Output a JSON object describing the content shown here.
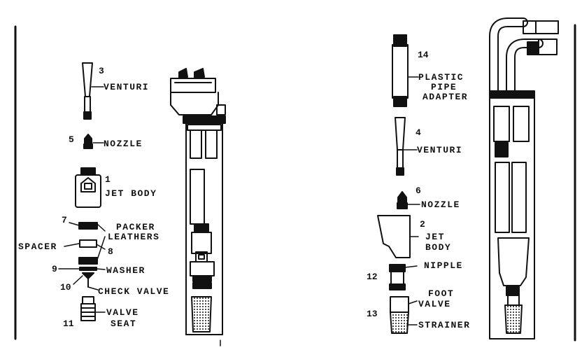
{
  "left_parts": {
    "venturi": {
      "number": "3",
      "label": "VENTURI"
    },
    "nozzle": {
      "number": "5",
      "label": "NOZZLE"
    },
    "jet_body": {
      "number": "1",
      "label": "JET BODY"
    },
    "packer_leathers": {
      "number_top": "7",
      "number_bottom": "8",
      "label_line1": "PACKER",
      "label_line2": "LEATHERS"
    },
    "spacer": {
      "label": "SPACER"
    },
    "washer": {
      "number": "9",
      "label": "WASHER"
    },
    "check_valve": {
      "number": "10",
      "label": "CHECK VALVE"
    },
    "valve_seat": {
      "number": "11",
      "label_line1": "VALVE",
      "label_line2": "SEAT"
    }
  },
  "right_parts": {
    "plastic_pipe_adapter": {
      "number": "14",
      "label_line1": "PLASTIC",
      "label_line2": "PIPE",
      "label_line3": "ADAPTER"
    },
    "venturi": {
      "number": "4",
      "label": "VENTURI"
    },
    "nozzle": {
      "number": "6",
      "label": "NOZZLE"
    },
    "jet_body": {
      "number": "2",
      "label_line1": "JET",
      "label_line2": "BODY"
    },
    "nipple": {
      "number": "12",
      "label": "NIPPLE"
    },
    "foot_valve": {
      "number": "13",
      "label_line1": "FOOT",
      "label_line2": "VALVE"
    },
    "strainer": {
      "label": "STRAINER"
    }
  },
  "colors": {
    "ink": "#111111",
    "paper": "#ffffff"
  }
}
